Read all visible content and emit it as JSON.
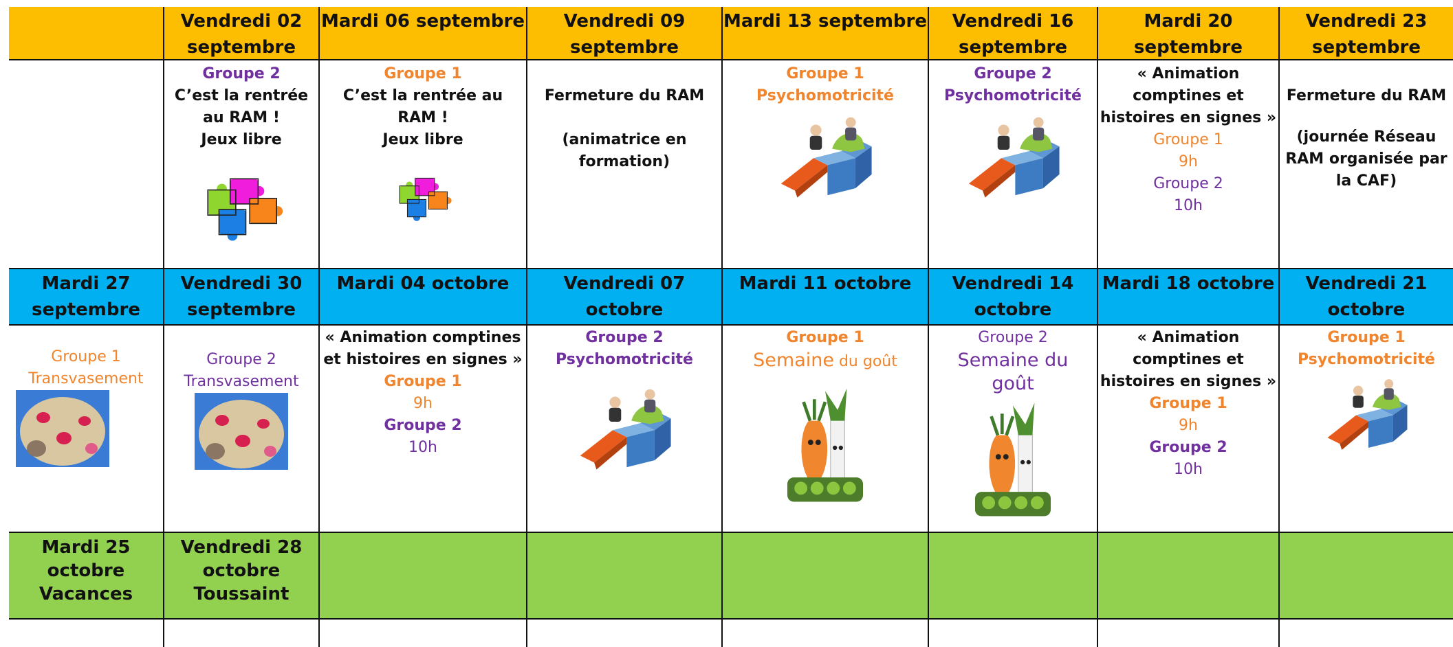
{
  "row1": {
    "headers": [
      "",
      "Vendredi 02 septembre",
      "Mardi 06 septembre",
      "Vendredi 09 septembre",
      "Mardi 13 septembre",
      "Vendredi 16 septembre",
      "Mardi 20 septembre",
      "Vendredi 23 septembre"
    ],
    "c1": {
      "group": "Groupe 2",
      "l1": "C’est la rentrée",
      "l2": "au RAM !",
      "l3": "Jeux libre"
    },
    "c2": {
      "group": "Groupe 1",
      "l1": "C’est la rentrée au",
      "l2": "RAM !",
      "l3": "Jeux libre"
    },
    "c3": {
      "l1": "Fermeture du RAM",
      "l2": "(animatrice en",
      "l3": "formation)"
    },
    "c4": {
      "group": "Groupe 1",
      "activity": "Psychomotricité"
    },
    "c5": {
      "group": "Groupe 2",
      "activity": "Psychomotricité"
    },
    "c6": {
      "l1": "« Animation",
      "l2": "comptines et",
      "l3": "histoires en signes »",
      "g1": "Groupe 1",
      "t1": "9h",
      "g2": "Groupe 2",
      "t2": "10h"
    },
    "c7": {
      "l1": "Fermeture du RAM",
      "l2": "(journée Réseau",
      "l3": "RAM organisée par",
      "l4": "la CAF)"
    }
  },
  "row2": {
    "headers": [
      "Mardi 27 septembre",
      "Vendredi 30 septembre",
      "Mardi 04 octobre",
      "Vendredi 07 octobre",
      "Mardi  11 octobre",
      "Vendredi 14 octobre",
      "Mardi 18 octobre",
      "Vendredi 21 octobre"
    ],
    "c0": {
      "group": "Groupe 1",
      "activity": "Transvasement"
    },
    "c1": {
      "group": "Groupe 2",
      "activity": "Transvasement"
    },
    "c2": {
      "l1": "« Animation comptines",
      "l2": "et histoires en signes »",
      "g1": "Groupe 1",
      "t1": "9h",
      "g2": "Groupe 2",
      "t2": "10h"
    },
    "c3": {
      "group": "Groupe 2",
      "activity": "Psychomotricité"
    },
    "c4": {
      "group": "Groupe 1",
      "a1": "Semaine",
      "a2": " du goût"
    },
    "c5": {
      "group": "Groupe 2",
      "a1": "Semaine du",
      "a2": "goût"
    },
    "c6": {
      "l1": "« Animation",
      "l2": "comptines et",
      "l3": "histoires en signes »",
      "g1": "Groupe 1",
      "t1": "9h",
      "g2": "Groupe 2",
      "t2": "10h"
    },
    "c7": {
      "group": "Groupe 1",
      "activity": "Psychomotricité"
    }
  },
  "row3": {
    "c0": {
      "l1": "Mardi 25",
      "l2": "octobre",
      "l3": "Vacances"
    },
    "c1": {
      "l1": "Vendredi 28",
      "l2": "octobre",
      "l3": "Toussaint"
    }
  },
  "colors": {
    "yellow": "#fdbd00",
    "blue": "#00b0f0",
    "green": "#92d050",
    "orange": "#f0852d",
    "purple": "#7030a0"
  },
  "icons": [
    "puzzle-icon",
    "psychomotricity-blocks-icon",
    "sand-transfer-photo",
    "vegetables-icon"
  ]
}
